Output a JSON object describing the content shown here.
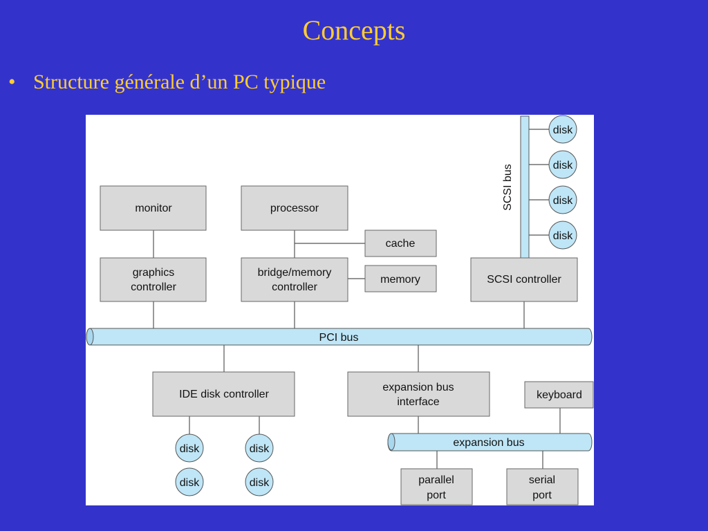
{
  "slide": {
    "title": "Concepts",
    "bullet_symbol": "•",
    "bullet_text": "Structure générale d’un PC typique"
  },
  "diagram": {
    "monitor": "monitor",
    "processor": "processor",
    "cache": "cache",
    "graphics_line1": "graphics",
    "graphics_line2": "controller",
    "bridge_line1": "bridge/memory",
    "bridge_line2": "controller",
    "memory": "memory",
    "scsi_controller": "SCSI controller",
    "scsi_bus": "SCSI bus",
    "pci_bus": "PCI bus",
    "ide_controller": "IDE disk controller",
    "expansion_if_line1": "expansion bus",
    "expansion_if_line2": "interface",
    "keyboard": "keyboard",
    "expansion_bus": "expansion bus",
    "parallel_line1": "parallel",
    "parallel_line2": "port",
    "serial_line1": "serial",
    "serial_line2": "port",
    "disk": "disk"
  },
  "colors": {
    "background": "#3333cc",
    "title": "#ffcc33",
    "box_fill": "#d9d9d9",
    "bus_fill": "#bfe6f7"
  }
}
